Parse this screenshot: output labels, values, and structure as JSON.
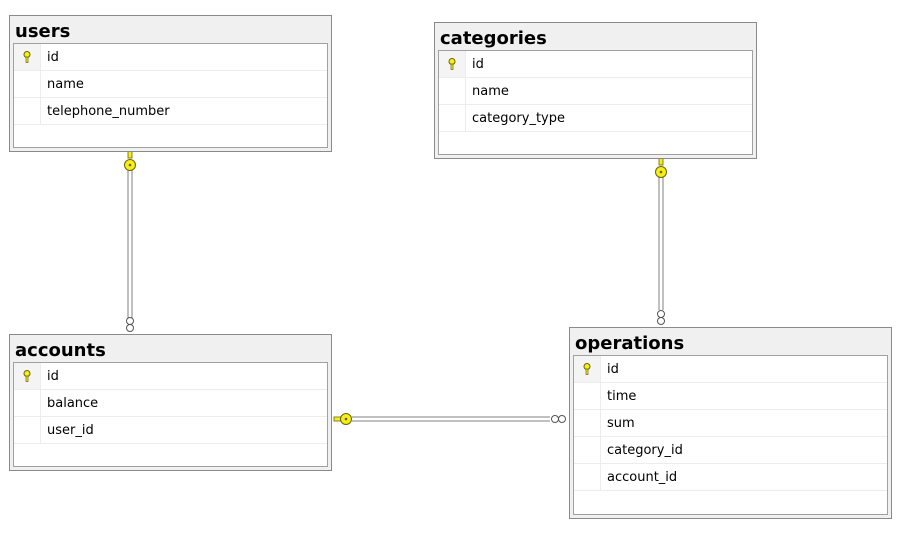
{
  "tables": [
    {
      "id": "users",
      "title": "users",
      "columns": [
        {
          "name": "id",
          "pk": true
        },
        {
          "name": "name",
          "pk": false
        },
        {
          "name": "telephone_number",
          "pk": false
        }
      ]
    },
    {
      "id": "categories",
      "title": "categories",
      "columns": [
        {
          "name": "id",
          "pk": true
        },
        {
          "name": "name",
          "pk": false
        },
        {
          "name": "category_type",
          "pk": false
        }
      ]
    },
    {
      "id": "accounts",
      "title": "accounts",
      "columns": [
        {
          "name": "id",
          "pk": true
        },
        {
          "name": "balance",
          "pk": false
        },
        {
          "name": "user_id",
          "pk": false
        }
      ]
    },
    {
      "id": "operations",
      "title": "operations",
      "columns": [
        {
          "name": "id",
          "pk": true
        },
        {
          "name": "time",
          "pk": false
        },
        {
          "name": "sum",
          "pk": false
        },
        {
          "name": "category_id",
          "pk": false
        },
        {
          "name": "account_id",
          "pk": false
        }
      ]
    }
  ],
  "relationships": [
    {
      "one": "users",
      "many": "accounts"
    },
    {
      "one": "categories",
      "many": "operations"
    },
    {
      "one": "accounts",
      "many": "operations"
    }
  ],
  "colors": {
    "key_fill": "#f5ee1c",
    "key_stroke": "#6b6400",
    "line": "#808080",
    "border": "#8a8a8a",
    "header_bg": "#f0f0f0"
  }
}
